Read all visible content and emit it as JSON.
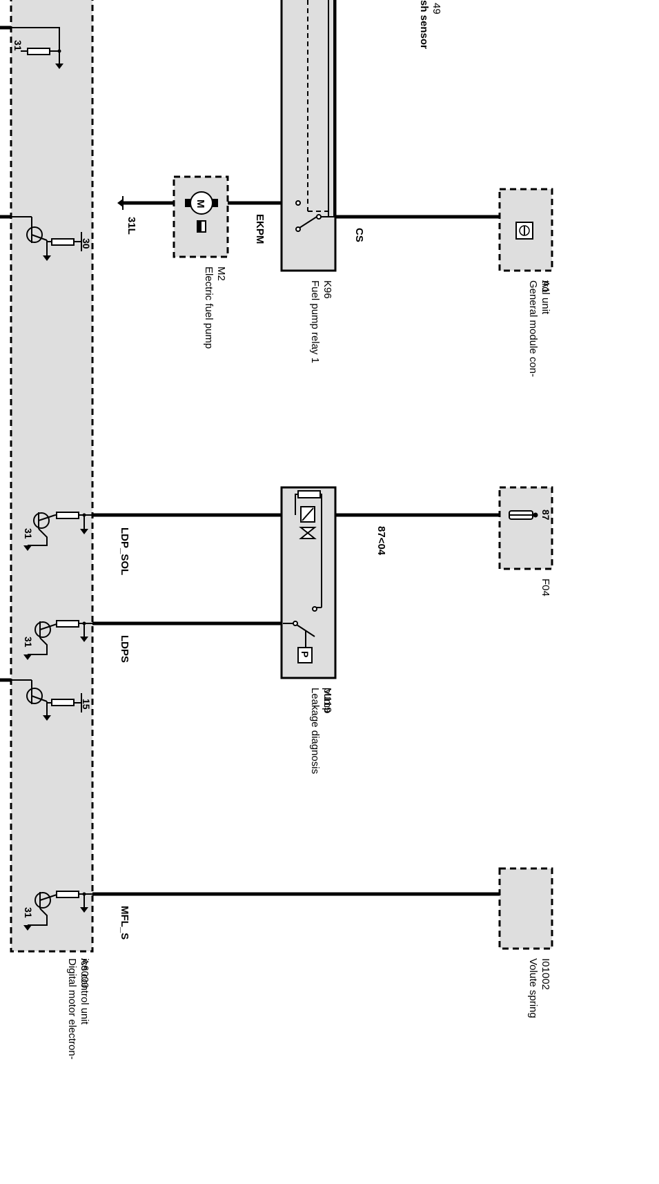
{
  "components": {
    "a6000": {
      "id": "A6000",
      "name": "Digital motor electron-\nics control unit"
    },
    "m2": {
      "id": "M2",
      "name": "Electric fuel pump",
      "motor_symbol": "M"
    },
    "k96": {
      "id": "K96",
      "name": "Fuel pump relay 1"
    },
    "a1": {
      "id": "A1",
      "name": "General module con-\ntrol unit"
    },
    "m119": {
      "id": "M119",
      "name": "Leakage diagnosis\npump",
      "pressure_symbol": "P"
    },
    "f04": {
      "id": "F04",
      "pin": "87"
    },
    "i01002": {
      "id": "I01002",
      "name": "Volute spring"
    },
    "crash_sensor": {
      "id_fragment": "49",
      "name_fragment": "sh sensor"
    }
  },
  "wires": {
    "ekpm": "EKPM",
    "cs": "CS",
    "ldp_sol": "LDP_SOL",
    "ldps": "LDPS",
    "mfl_s": "MFL_S",
    "fuse_87_04": "87<04",
    "ground_31l": "31L"
  },
  "pins": {
    "ground": "31",
    "p30": "30",
    "p15": "15"
  }
}
